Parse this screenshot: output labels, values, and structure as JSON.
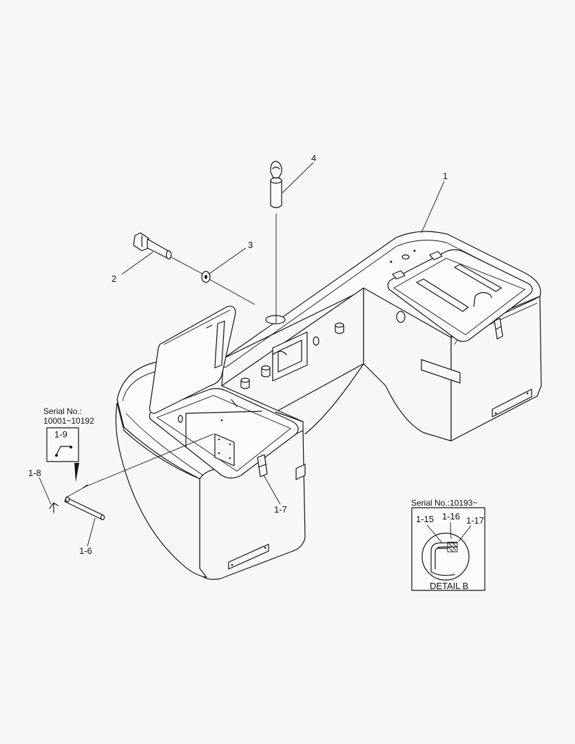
{
  "callouts": {
    "c1": "1",
    "c2": "2",
    "c3": "3",
    "c4": "4",
    "c16": "1-6",
    "c17": "1-7",
    "c18": "1-8",
    "c19": "1-9",
    "c115": "1-15",
    "c116": "1-16",
    "c117": "1-17"
  },
  "serial_early": {
    "line1": "Serial No.:",
    "line2": "10001~10192"
  },
  "detail_b": {
    "serial": "Serial No.:10193~",
    "title": "DETAIL B"
  }
}
